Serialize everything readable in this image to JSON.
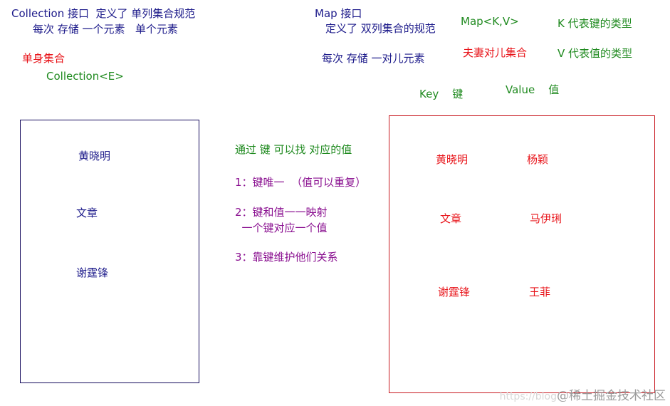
{
  "colors": {
    "navy": "#1c1a8a",
    "green": "#1f8a1f",
    "red": "#e8141a",
    "purple": "#8a1090",
    "collection_box_border": "#140a5c",
    "map_box_border": "#c81820"
  },
  "collection": {
    "title_line1": "Collection 接口  定义了 单列集合规范",
    "title_line2": "每次 存储 一个元素   单个元素",
    "label_red": "单身集合",
    "generic": "Collection<E>",
    "items": [
      "黄晓明",
      "文章",
      "谢霆锋"
    ]
  },
  "map": {
    "title_line1": "Map 接口",
    "title_line2": "定义了 双列集合的规范",
    "title_line3": "每次 存储 一对儿元素",
    "generic": "Map<K,V>",
    "label_red": "夫妻对儿集合",
    "k_desc": "K 代表键的类型",
    "v_desc": "V 代表值的类型",
    "key_label": "Key    键",
    "value_label": "Value    值",
    "pairs": [
      {
        "key": "黄晓明",
        "value": "杨颖"
      },
      {
        "key": "文章",
        "value": "马伊琍"
      },
      {
        "key": "谢霆锋",
        "value": "王菲"
      }
    ]
  },
  "notes": {
    "heading": "通过 键 可以找 对应的值",
    "rule1": "1：键唯一  （值可以重复）",
    "rule2_line1": "2：键和值一一映射",
    "rule2_line2": "  一个键对应一个值",
    "rule3": "3：靠键维护他们关系"
  },
  "watermark": {
    "url": "https://blog",
    "text": "@稀土掘金技术社区"
  }
}
